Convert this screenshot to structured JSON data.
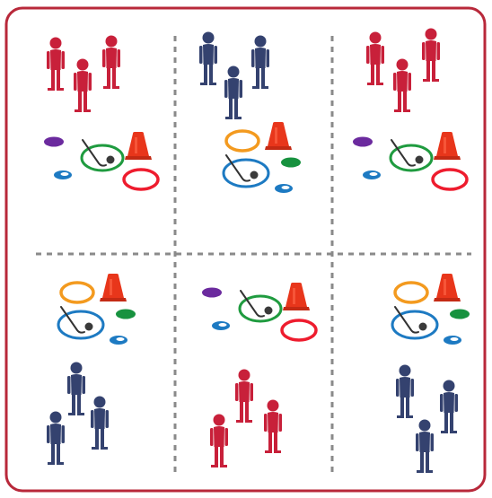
{
  "colors": {
    "team_red": "#c8203a",
    "team_blue": "#34426f",
    "border": "#b8283a",
    "divider": "#8a8a8a",
    "cone": "#e8361b",
    "ring_orange": "#f39a1f",
    "ring_red": "#ee1c2e",
    "ring_green": "#1f9b3f",
    "ring_blue": "#1d7ac2",
    "marker_purple": "#6b2a9e",
    "marker_blue": "#1d7ac2",
    "marker_green": "#17923f",
    "stick": "#333333"
  },
  "stations": [
    {
      "id": "top-left",
      "team": "red",
      "equipment": "set-a",
      "players_above": true
    },
    {
      "id": "top-center",
      "team": "blue",
      "equipment": "set-b",
      "players_above": true
    },
    {
      "id": "top-right",
      "team": "red",
      "equipment": "set-a",
      "players_above": true
    },
    {
      "id": "bottom-left",
      "team": "blue",
      "equipment": "set-b",
      "players_above": false
    },
    {
      "id": "bottom-center",
      "team": "red",
      "equipment": "set-a",
      "players_above": false
    },
    {
      "id": "bottom-right",
      "team": "blue",
      "equipment": "set-b",
      "players_above": false
    }
  ],
  "players_per_station": 3,
  "icons": [
    "player-figure-icon",
    "cone-icon",
    "ring-icon",
    "flat-marker-icon",
    "hockey-stick-icon",
    "ball-icon"
  ]
}
